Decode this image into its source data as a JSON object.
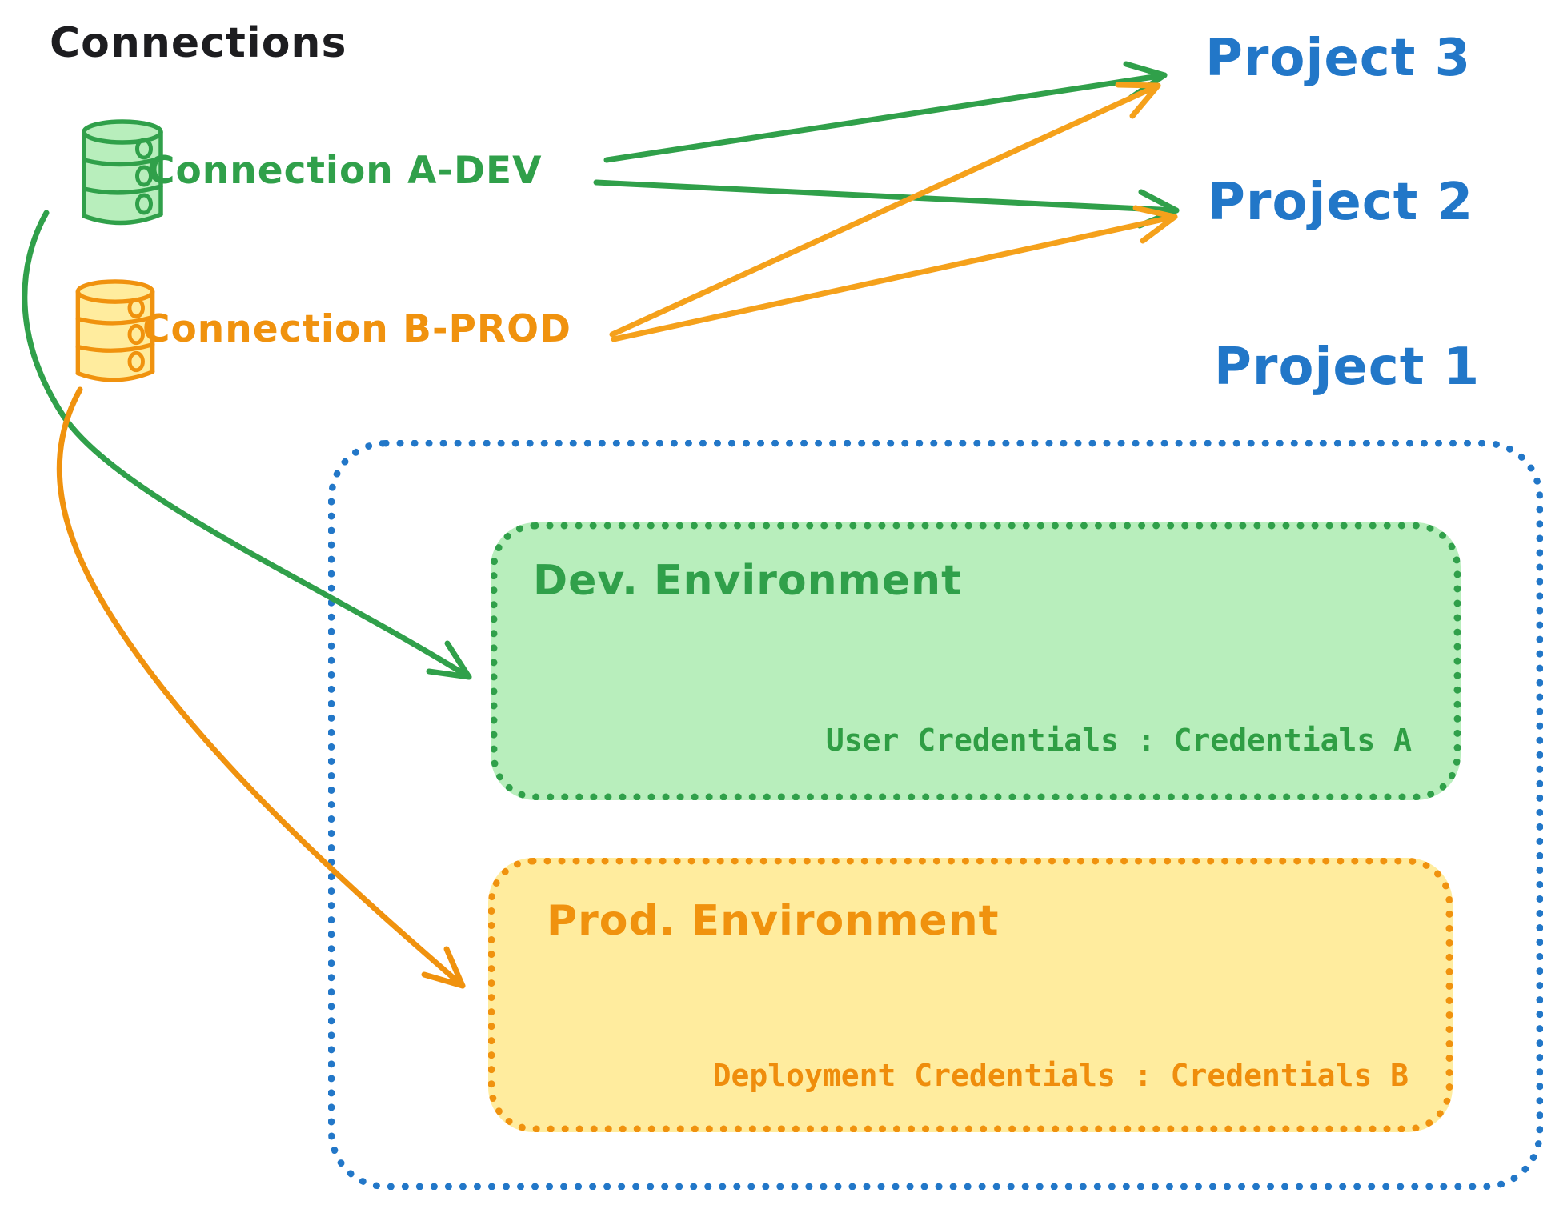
{
  "title": "Connections",
  "colors": {
    "blue": "#2277c8",
    "green": "#30a04a",
    "green_fill": "#b8eebc",
    "orange": "#f0920e",
    "orange_fill": "#ffec9e",
    "ink": "#1d1d20"
  },
  "connections": [
    {
      "id": "a-dev",
      "label": "Connection A-DEV",
      "color": "#30a04a",
      "icon": "database-icon"
    },
    {
      "id": "b-prod",
      "label": "Connection B-PROD",
      "color": "#f0920e",
      "icon": "database-icon"
    }
  ],
  "projects": [
    {
      "id": "project-3",
      "label": "Project 3"
    },
    {
      "id": "project-2",
      "label": "Project 2"
    },
    {
      "id": "project-1",
      "label": "Project 1"
    }
  ],
  "project1": {
    "environments": [
      {
        "id": "dev",
        "name": "Dev. Environment",
        "credential_line": "User Credentials : Credentials A"
      },
      {
        "id": "prod",
        "name": "Prod. Environment",
        "credential_line": "Deployment Credentials : Credentials B"
      }
    ]
  },
  "edges": [
    {
      "from": "Connection A-DEV",
      "to": "Project 3"
    },
    {
      "from": "Connection A-DEV",
      "to": "Project 2"
    },
    {
      "from": "Connection B-PROD",
      "to": "Project 3"
    },
    {
      "from": "Connection B-PROD",
      "to": "Project 2"
    },
    {
      "from": "Connection A-DEV",
      "to": "Dev. Environment"
    },
    {
      "from": "Connection B-PROD",
      "to": "Prod. Environment"
    }
  ]
}
